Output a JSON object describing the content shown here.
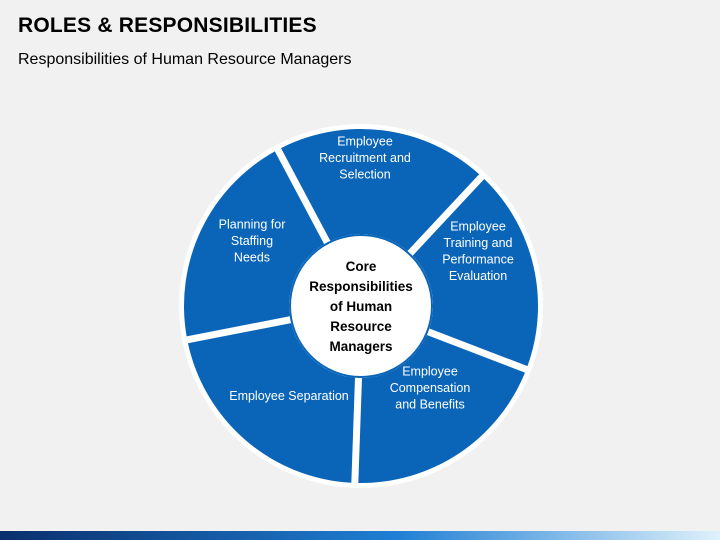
{
  "title": "ROLES & RESPONSIBILITIES",
  "subtitle": "Responsibilities of Human Resource Managers",
  "diagram": {
    "center": {
      "lines": [
        "Core",
        "Responsibilities",
        "of Human",
        "Resource",
        "Managers"
      ]
    },
    "segments": [
      {
        "name": "recruitment",
        "lines": [
          "Employee",
          "Recruitment and",
          "Selection"
        ]
      },
      {
        "name": "training",
        "lines": [
          "Employee",
          "Training and",
          "Performance",
          "Evaluation"
        ]
      },
      {
        "name": "compensation",
        "lines": [
          "Employee",
          "Compensation",
          "and Benefits"
        ]
      },
      {
        "name": "separation",
        "lines": [
          "Employee Separation"
        ]
      },
      {
        "name": "planning",
        "lines": [
          "Planning for",
          "Staffing",
          "Needs"
        ]
      }
    ]
  },
  "colors": {
    "segment": "#0a65b9",
    "ring": "#ffffff",
    "center": "#ffffff",
    "center_outline": "#0a65b9",
    "segment_text": "#ffffff",
    "center_text": "#000000",
    "background": "#f1f1f1",
    "bar_gradient": [
      "#0a2f6c",
      "#1f7fd4",
      "#dff1fb"
    ]
  }
}
